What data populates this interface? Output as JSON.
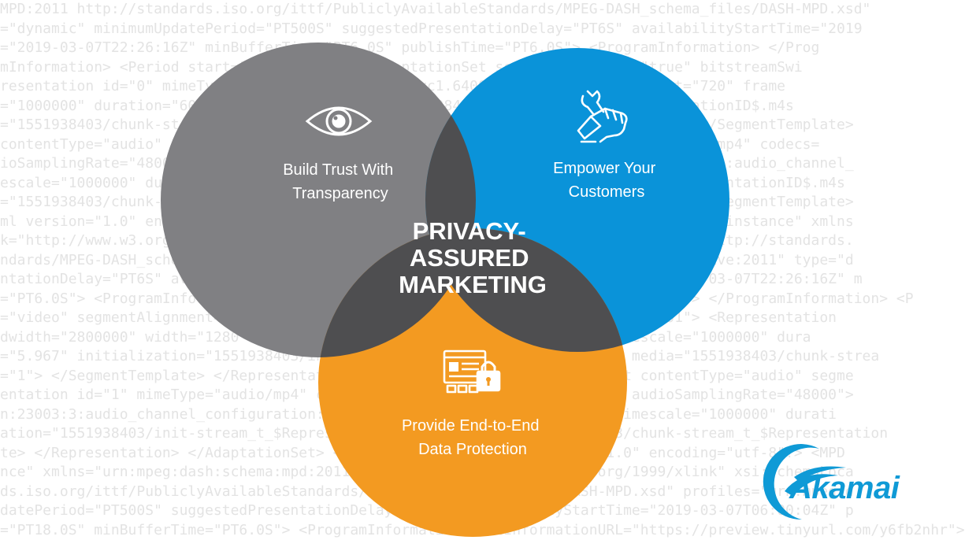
{
  "background_code_lines": [
    "MPD:2011 http://standards.iso.org/ittf/PubliclyAvailableStandards/MPEG-DASH_schema_files/DASH-MPD.xsd\"",
    "=\"dynamic\" minimumUpdatePeriod=\"PT500S\" suggestedPresentationDelay=\"PT6S\" availabilityStartTime=\"2019",
    "=\"2019-03-07T22:26:16Z\" minBufferTime=\"PT6.0S\" publishTime=\"PT6.0S\"> <ProgramInformation> </Prog",
    "mInformation> <Period start=\"PT0S\" id=\"1\"> <AdaptationSet segmentAlignment=\"true\" bitstreamSwi",
    "resentation id=\"0\" mimeType=\"video/mp4\" codecs=\"avc1.640028\" width=\"1280\" height=\"720\" frame",
    "=\"1000000\" duration=\"6000000\" initialization=\"1551938403/init-stream_t_$RepresentationID$.m4s",
    "=\"1551938403/chunk-stream_t_$RepresentationID$-$Number%05d$.m4s\" startNumber=\"1\"> </SegmentTemplate>",
    "contentType=\"audio\" segmentAlignment=\"true\"> <Representation id=\"1\" mimeType=\"audio/mp4\" codecs=",
    "ioSamplingRate=\"48000\"> <AudioChannelConfiguration schemeIdUri=\"urn:mpeg:dash:23003:3:audio_channel_",
    "escale=\"1000000\" duration=\"6000000\" initialization=\"1551938403/init-stream_t_$RepresentationID$.m4s",
    "=\"1551938403/chunk-stream_t_$RepresentationID$-$Number%05d$.m4s\" startNumber=\"1\"> </SegmentTemplate>",
    "ml version=\"1.0\" encoding=\"utf-8\"?> <MPD xmlns:xsi=\"http://www.w3.org/2001/XMLSchema-instance\" xmlns",
    "k=\"http://www.w3.org/1999/xlink\" xsi:schemaLocation=\"urn:mpeg:DASH:schema:MPD:2011 http://standards.",
    "ndards/MPEG-DASH_schema_files/DASH-MPD.xsd\" profiles=\"urn:mpeg:dash:profile:isoff-live:2011\" type=\"d",
    "ntationDelay=\"PT6S\" availabilityStartTime=\"2019-03-07T22:26:16Z\" publishTime=\"2019-03-07T22:26:16Z\" m",
    "=\"PT6.0S\"> <ProgramInformation> </ProgramInformation> <Period start=\"PT0S\" id=\"1\"> </ProgramInformation> <P",
    "=\"video\" segmentAlignment=\"true\" bitstreamSwitching=\"true\" frameRate=\"30000/1001\"> <Representation",
    "dwidth=\"2800000\" width=\"1280\" height=\"720\" sar=\"1:1\"> <SegmentTemplate timescale=\"1000000\" dura",
    "=\"5.967\" initialization=\"1551938403/init-stream_t_$RepresentationID$.m4s\" media=\"1551938403/chunk-strea",
    "=\"1\"> </SegmentTemplate> </Representation> </AdaptationSet> <AdaptationSet contentType=\"audio\" segme",
    "entation id=\"1\" mimeType=\"audio/mp4\" codecs=\"mp4a.40.2\" bandwidth=\"96000\" audioSamplingRate=\"48000\">",
    "n:23003:3:audio_channel_configuration:2011\" value=\"2\"> <SegmentTemplate timescale=\"1000000\" durati",
    "ation=\"1551938403/init-stream_t_$RepresentationID$.m4s\" media=\"1551938403/chunk-stream_t_$Representation",
    "te> </Representation> </AdaptationSet> </Period> </MPD> <?xml version=\"1.0\" encoding=\"utf-8\"?> <MPD",
    "nce\" xmlns=\"urn:mpeg:dash:schema:mpd:2011\" xmlns:xlink=\"http://www.w3.org/1999/xlink\" xsi:schemaLoca",
    "ds.iso.org/ittf/PubliclyAvailableStandards/MPEG-DASH_schema_files/DASH-MPD.xsd\" profiles=\"urn:mpeg:d",
    "datePeriod=\"PT500S\" suggestedPresentationDelay=\"PT6S\" availabilityStartTime=\"2019-03-07T06:00:04Z\" p",
    "=\"PT18.0S\" minBufferTime=\"PT6.0S\"> <ProgramInformation moreInformationURL=\"https://preview.tinyurl.com/y6fb2nhr\">"
  ],
  "diagram": {
    "center_label_lines": [
      "PRIVACY-",
      "ASSURED",
      "MARKETING"
    ],
    "circles": {
      "trust": {
        "label_lines": [
          "Build Trust With",
          "Transparency"
        ],
        "icon": "eye-icon",
        "color": "#808083"
      },
      "empower": {
        "label_lines": [
          "Empower Your",
          "Customers"
        ],
        "icon": "wrench-fist-icon",
        "color": "#0a93d9"
      },
      "protection": {
        "label_lines": [
          "Provide End-to-End",
          "Data Protection"
        ],
        "icon": "profile-lock-icon",
        "color": "#f39a21"
      }
    },
    "overlap_color": "#4e4e50"
  },
  "logo": {
    "text": "Akamai",
    "color": "#0f9ad6"
  }
}
